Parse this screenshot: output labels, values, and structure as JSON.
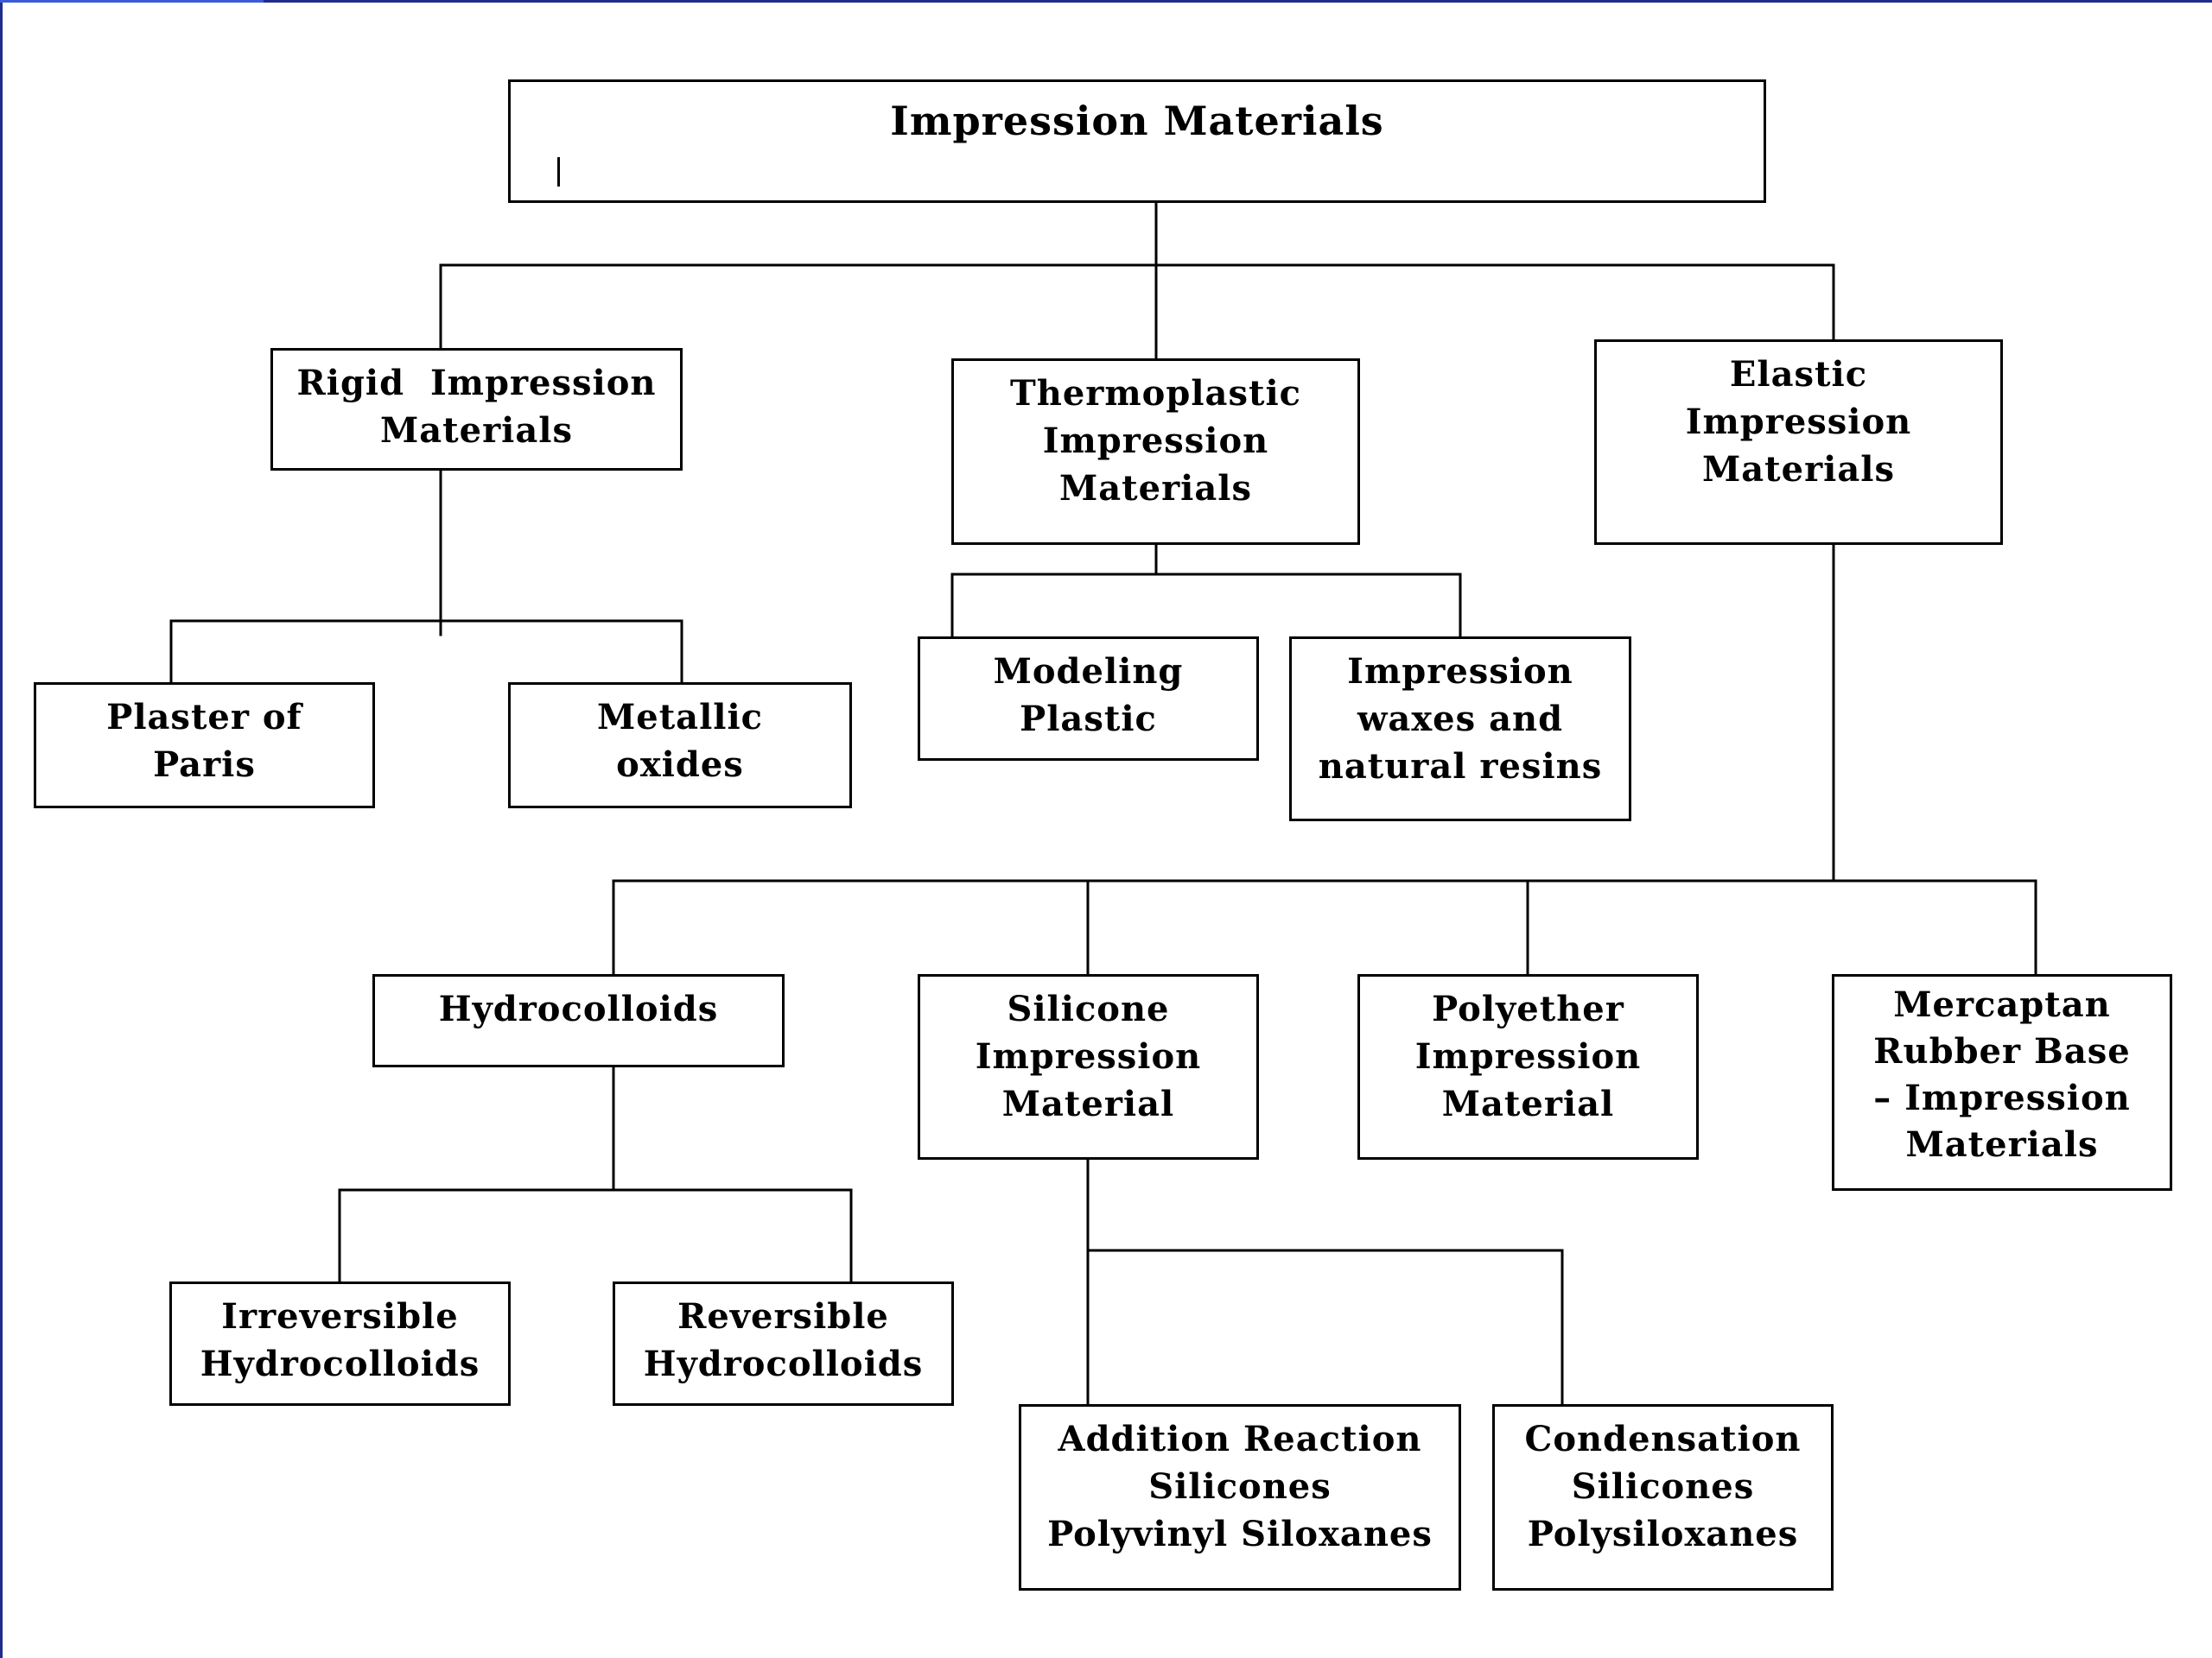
{
  "colors": {
    "frame": "#1f2d8c",
    "frame_accent": "#3a5bd8",
    "line": "#000000",
    "box_fill": "#ffffff",
    "text": "#000000"
  },
  "diagram": {
    "root": {
      "lines": [
        "Impression Materials"
      ]
    },
    "rigid": {
      "lines": [
        "Rigid  Impression",
        "Materials"
      ]
    },
    "thermoplastic": {
      "lines": [
        "Thermoplastic",
        "Impression",
        "Materials"
      ]
    },
    "elastic": {
      "lines": [
        "Elastic",
        "Impression",
        "Materials"
      ]
    },
    "plaster": {
      "lines": [
        "Plaster of",
        "Paris"
      ]
    },
    "metallic": {
      "lines": [
        "Metallic",
        "oxides"
      ]
    },
    "modeling": {
      "lines": [
        "Modeling",
        "Plastic"
      ]
    },
    "waxes": {
      "lines": [
        "Impression",
        "waxes and",
        "natural resins"
      ]
    },
    "hydrocolloids": {
      "lines": [
        "Hydrocolloids"
      ]
    },
    "silicone": {
      "lines": [
        "Silicone",
        "Impression",
        "Material"
      ]
    },
    "polyether": {
      "lines": [
        "Polyether",
        "Impression",
        "Material"
      ]
    },
    "mercaptan": {
      "lines": [
        "Mercaptan",
        "Rubber Base",
        "– Impression",
        "Materials"
      ]
    },
    "irreversible": {
      "lines": [
        "Irreversible",
        "Hydrocolloids"
      ]
    },
    "reversible": {
      "lines": [
        "Reversible",
        "Hydrocolloids"
      ]
    },
    "addition": {
      "lines": [
        "Addition Reaction",
        "Silicones",
        "Polyvinyl Siloxanes"
      ]
    },
    "condensation": {
      "lines": [
        "Condensation",
        "Silicones",
        "Polysiloxanes"
      ]
    }
  }
}
